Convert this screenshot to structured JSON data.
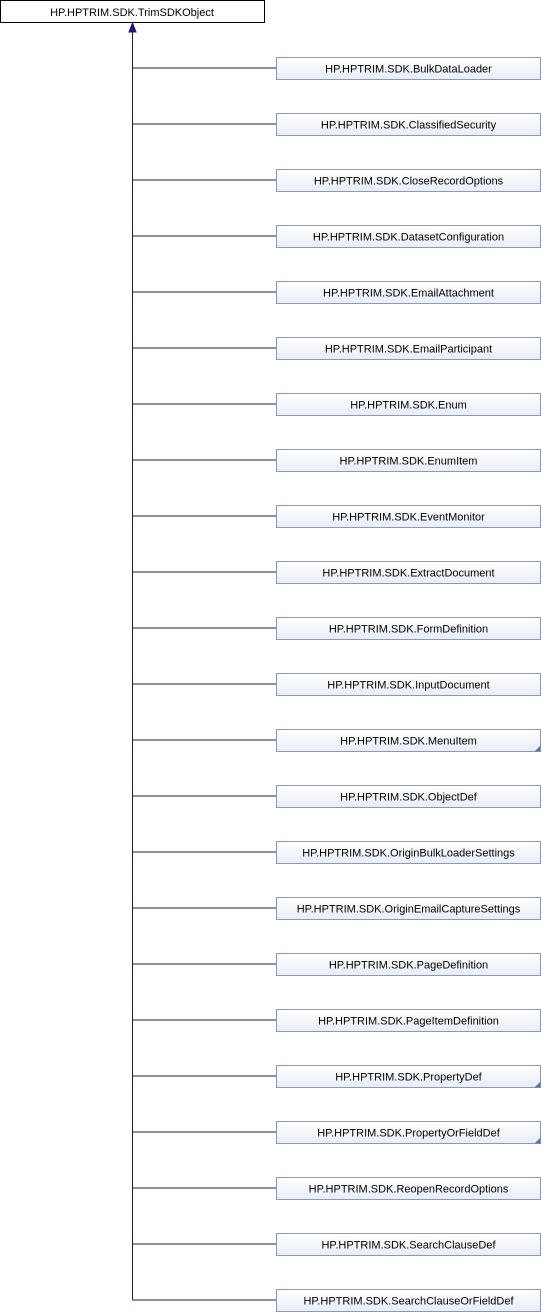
{
  "diagram": {
    "root": {
      "label": "HP.HPTRIM.SDK.TrimSDKObject"
    },
    "children": [
      {
        "label": "HP.HPTRIM.SDK.BulkDataLoader",
        "has_more": false
      },
      {
        "label": "HP.HPTRIM.SDK.ClassifiedSecurity",
        "has_more": false
      },
      {
        "label": "HP.HPTRIM.SDK.CloseRecordOptions",
        "has_more": false
      },
      {
        "label": "HP.HPTRIM.SDK.DatasetConfiguration",
        "has_more": false
      },
      {
        "label": "HP.HPTRIM.SDK.EmailAttachment",
        "has_more": false
      },
      {
        "label": "HP.HPTRIM.SDK.EmailParticipant",
        "has_more": false
      },
      {
        "label": "HP.HPTRIM.SDK.Enum",
        "has_more": false
      },
      {
        "label": "HP.HPTRIM.SDK.EnumItem",
        "has_more": false
      },
      {
        "label": "HP.HPTRIM.SDK.EventMonitor",
        "has_more": false
      },
      {
        "label": "HP.HPTRIM.SDK.ExtractDocument",
        "has_more": false
      },
      {
        "label": "HP.HPTRIM.SDK.FormDefinition",
        "has_more": false
      },
      {
        "label": "HP.HPTRIM.SDK.InputDocument",
        "has_more": false
      },
      {
        "label": "HP.HPTRIM.SDK.MenuItem",
        "has_more": true
      },
      {
        "label": "HP.HPTRIM.SDK.ObjectDef",
        "has_more": false
      },
      {
        "label": "HP.HPTRIM.SDK.OriginBulkLoaderSettings",
        "has_more": false
      },
      {
        "label": "HP.HPTRIM.SDK.OriginEmailCaptureSettings",
        "has_more": false
      },
      {
        "label": "HP.HPTRIM.SDK.PageDefinition",
        "has_more": false
      },
      {
        "label": "HP.HPTRIM.SDK.PageItemDefinition",
        "has_more": false
      },
      {
        "label": "HP.HPTRIM.SDK.PropertyDef",
        "has_more": true
      },
      {
        "label": "HP.HPTRIM.SDK.PropertyOrFieldDef",
        "has_more": true
      },
      {
        "label": "HP.HPTRIM.SDK.ReopenRecordOptions",
        "has_more": false
      },
      {
        "label": "HP.HPTRIM.SDK.SearchClauseDef",
        "has_more": false
      },
      {
        "label": "HP.HPTRIM.SDK.SearchClauseOrFieldDef",
        "has_more": false
      }
    ],
    "colors": {
      "root_fill": "#ffffff",
      "root_stroke": "#000000",
      "child_fill_top": "#ffffff",
      "child_fill_bottom": "#e8edf5",
      "child_stroke": "#8a99b5",
      "edge": "#191970",
      "more_marker": "#5a78b0"
    }
  }
}
